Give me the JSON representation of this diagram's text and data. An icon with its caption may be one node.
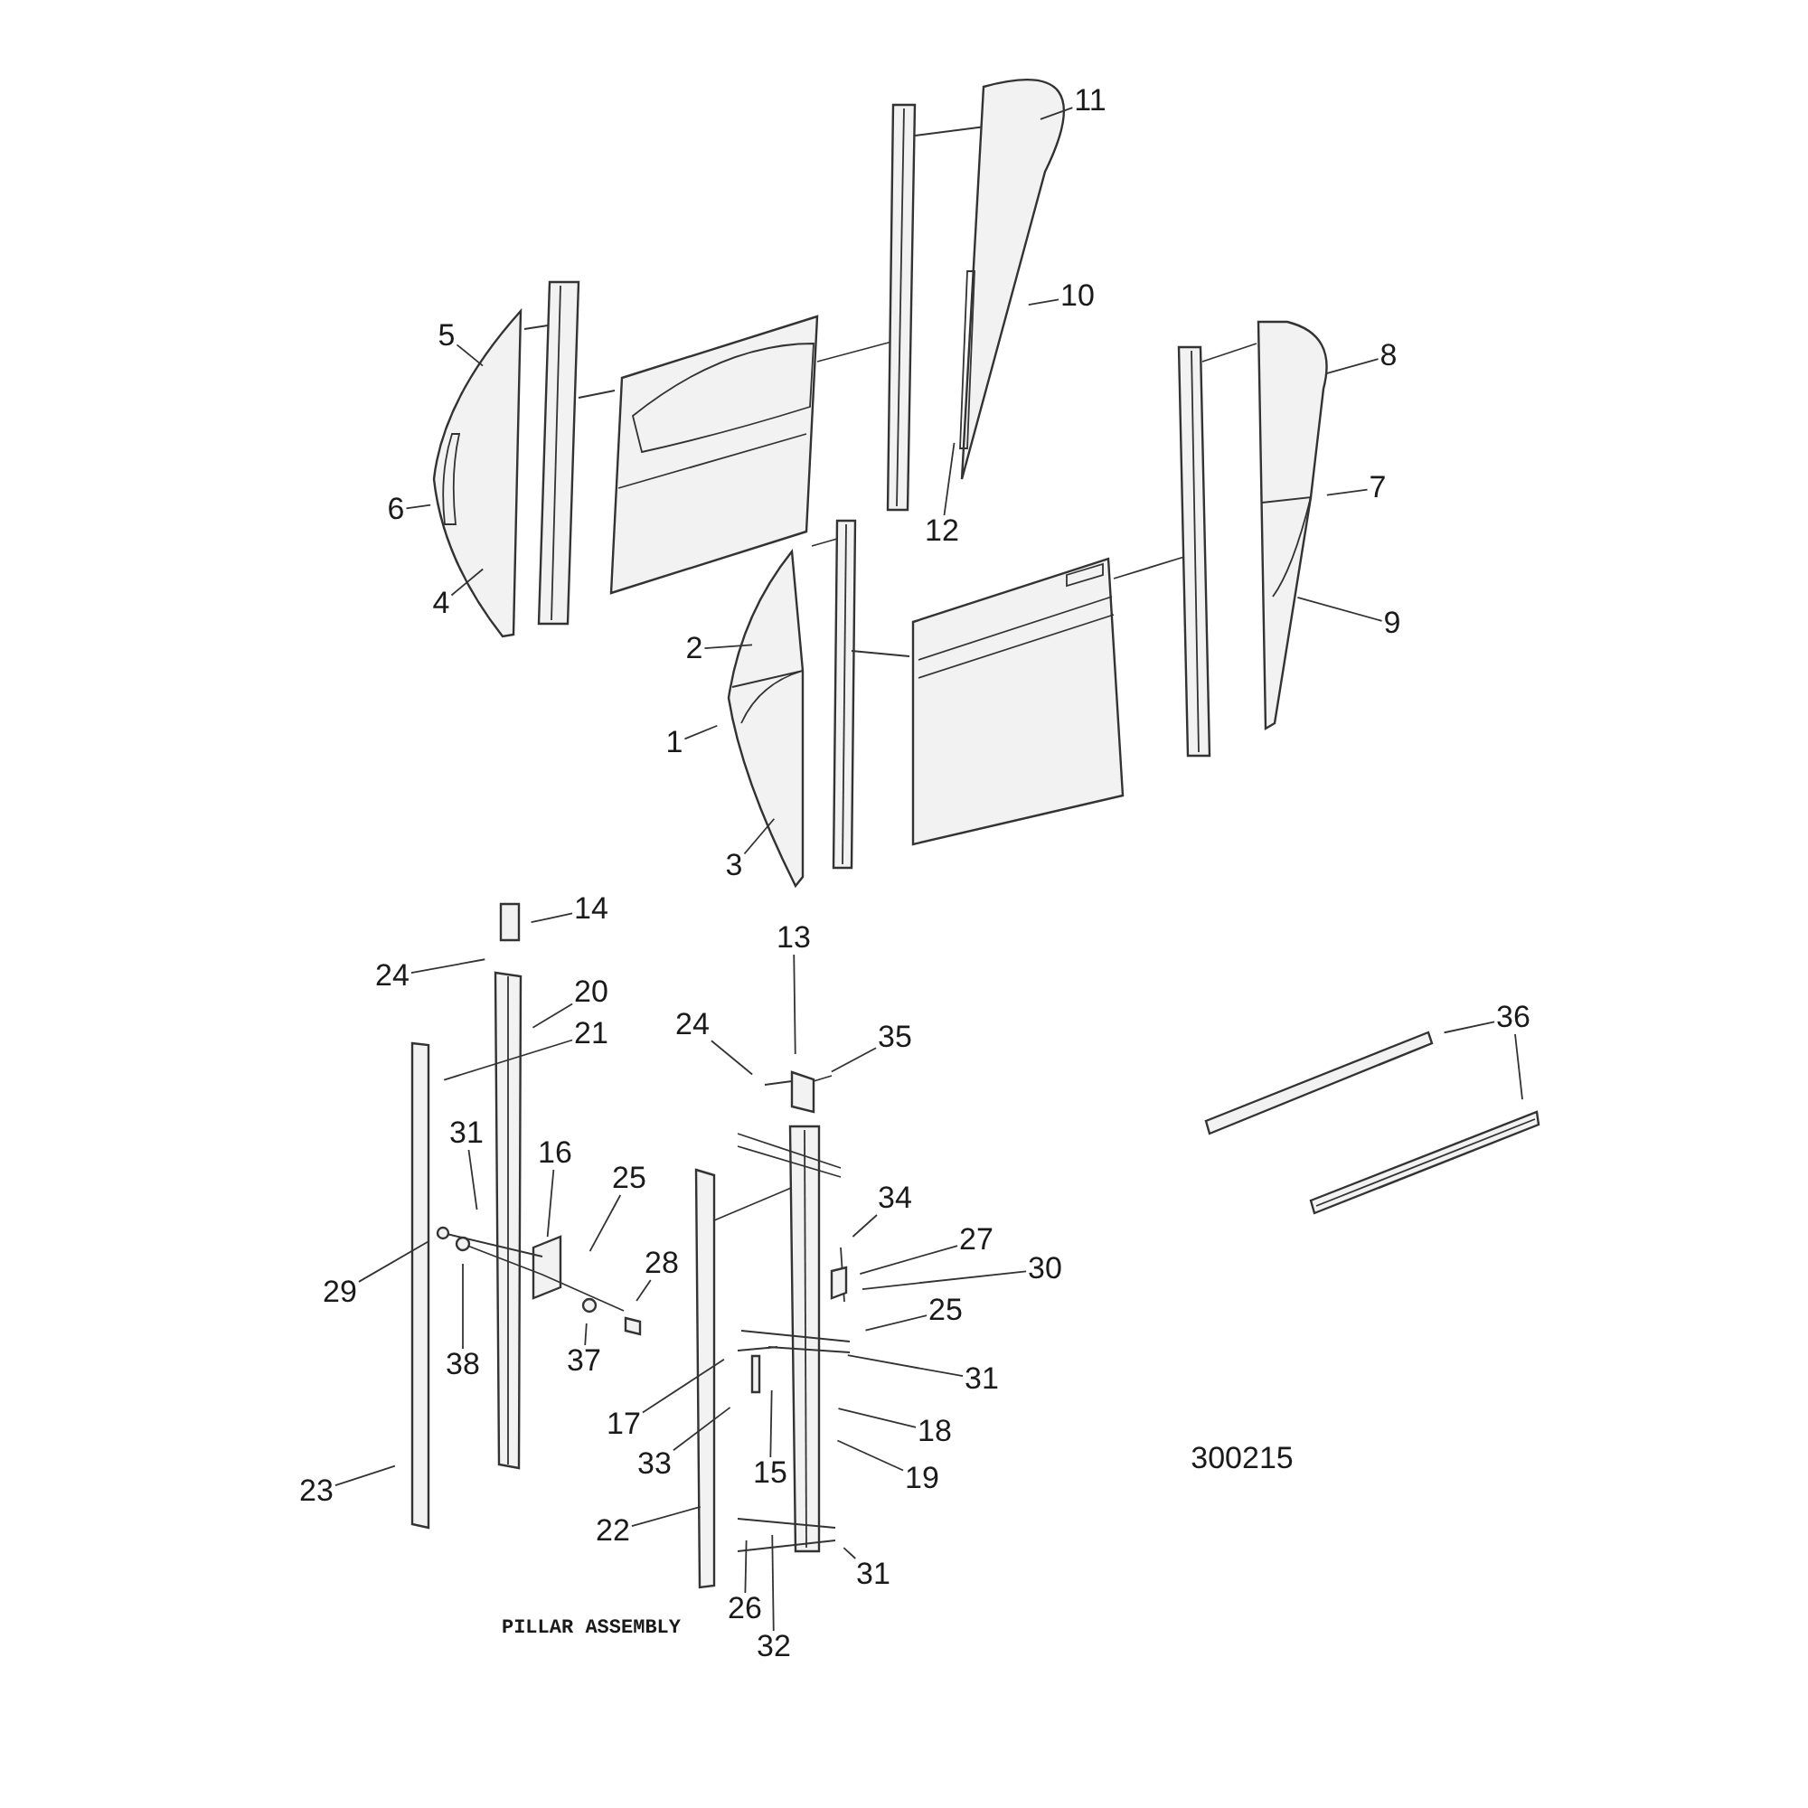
{
  "diagram": {
    "nodes": [
      {
        "text": [
          "11"
        ]
      },
      {
        "text": [
          "10"
        ]
      },
      {
        "text": [
          "8"
        ]
      },
      {
        "text": [
          "5"
        ]
      },
      {
        "text": [
          "7"
        ]
      },
      {
        "text": [
          "6"
        ]
      },
      {
        "text": [
          "12"
        ]
      },
      {
        "text": [
          "4"
        ]
      },
      {
        "text": [
          "9"
        ]
      },
      {
        "text": [
          "2"
        ]
      },
      {
        "text": [
          "1"
        ]
      },
      {
        "text": [
          "3"
        ]
      },
      {
        "text": [
          "14"
        ]
      },
      {
        "text": [
          "13"
        ]
      },
      {
        "text": [
          "24"
        ]
      },
      {
        "text": [
          "20"
        ]
      },
      {
        "text": [
          "36"
        ]
      },
      {
        "text": [
          "24"
        ]
      },
      {
        "text": [
          "21"
        ]
      },
      {
        "text": [
          "35"
        ]
      },
      {
        "text": [
          "31"
        ]
      },
      {
        "text": [
          "16"
        ]
      },
      {
        "text": [
          "25"
        ]
      },
      {
        "text": [
          "34"
        ]
      },
      {
        "text": [
          "27"
        ]
      },
      {
        "text": [
          "28"
        ]
      },
      {
        "text": [
          "30"
        ]
      },
      {
        "text": [
          "29"
        ]
      },
      {
        "text": [
          "25"
        ]
      },
      {
        "text": [
          "38"
        ]
      },
      {
        "text": [
          "37"
        ]
      },
      {
        "text": [
          "31"
        ]
      },
      {
        "text": [
          "17"
        ]
      },
      {
        "text": [
          "18"
        ]
      },
      {
        "text": [
          "33"
        ]
      },
      {
        "text": [
          "15"
        ]
      },
      {
        "text": [
          "19"
        ]
      },
      {
        "text": [
          "23"
        ]
      },
      {
        "text": [
          "22"
        ]
      },
      {
        "text": [
          "31"
        ]
      },
      {
        "text": [
          "26"
        ]
      },
      {
        "text": [
          "32"
        ]
      }
    ],
    "edges": [
      {
        "from": 0,
        "to": null,
        "arrow": "none"
      },
      {
        "from": 1,
        "to": null,
        "arrow": "none"
      },
      {
        "from": 2,
        "to": null,
        "arrow": "none"
      },
      {
        "from": 3,
        "to": null,
        "arrow": "none"
      },
      {
        "from": 4,
        "to": null,
        "arrow": "none"
      },
      {
        "from": 5,
        "to": null,
        "arrow": "none"
      },
      {
        "from": 6,
        "to": null,
        "arrow": "none"
      },
      {
        "from": 7,
        "to": null,
        "arrow": "none"
      },
      {
        "from": 8,
        "to": null,
        "arrow": "none"
      },
      {
        "from": 9,
        "to": null,
        "arrow": "none"
      },
      {
        "from": 10,
        "to": null,
        "arrow": "none"
      },
      {
        "from": 11,
        "to": null,
        "arrow": "none"
      },
      {
        "from": 12,
        "to": null,
        "arrow": "none"
      },
      {
        "from": 13,
        "to": null,
        "arrow": "none"
      },
      {
        "from": 14,
        "to": null,
        "arrow": "none"
      },
      {
        "from": 15,
        "to": null,
        "arrow": "none"
      },
      {
        "from": 16,
        "to": null,
        "arrow": "none"
      },
      {
        "from": 16,
        "to": null,
        "arrow": "none"
      },
      {
        "from": 17,
        "to": null,
        "arrow": "none"
      },
      {
        "from": 18,
        "to": null,
        "arrow": "none"
      },
      {
        "from": 19,
        "to": null,
        "arrow": "none"
      },
      {
        "from": 20,
        "to": null,
        "arrow": "none"
      },
      {
        "from": 21,
        "to": null,
        "arrow": "none"
      },
      {
        "from": 22,
        "to": null,
        "arrow": "none"
      },
      {
        "from": 23,
        "to": null,
        "arrow": "none"
      },
      {
        "from": 24,
        "to": null,
        "arrow": "none"
      },
      {
        "from": 25,
        "to": null,
        "arrow": "none"
      },
      {
        "from": 26,
        "to": null,
        "arrow": "none"
      },
      {
        "from": 27,
        "to": null,
        "arrow": "none"
      },
      {
        "from": 28,
        "to": null,
        "arrow": "none"
      },
      {
        "from": 29,
        "to": null,
        "arrow": "none"
      },
      {
        "from": 30,
        "to": null,
        "arrow": "none"
      },
      {
        "from": 31,
        "to": null,
        "arrow": "none"
      },
      {
        "from": 32,
        "to": null,
        "arrow": "none"
      },
      {
        "from": 33,
        "to": null,
        "arrow": "none"
      },
      {
        "from": 34,
        "to": null,
        "arrow": "none"
      },
      {
        "from": 35,
        "to": null,
        "arrow": "none"
      },
      {
        "from": 36,
        "to": null,
        "arrow": "none"
      },
      {
        "from": 37,
        "to": null,
        "arrow": "none"
      },
      {
        "from": 38,
        "to": null,
        "arrow": "none"
      },
      {
        "from": 39,
        "to": null,
        "arrow": "none"
      },
      {
        "from": 40,
        "to": null,
        "arrow": "none"
      },
      {
        "from": 41,
        "to": null,
        "arrow": "none"
      }
    ],
    "labels": [
      "300215",
      "PILLAR ASSEMBLY"
    ]
  }
}
